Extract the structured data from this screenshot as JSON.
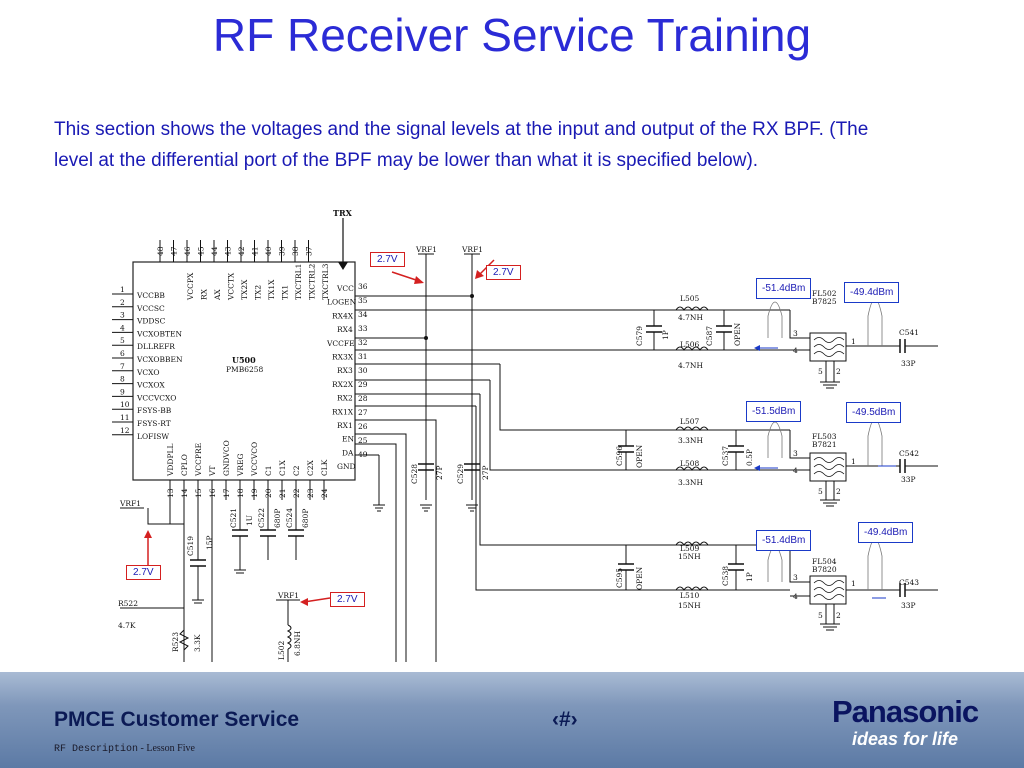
{
  "slide": {
    "title": "RF Receiver Service Training",
    "intro": "This section shows the voltages and the signal levels at the input and output of the RX BPF. (The level at the differential port of the BPF may be lower than what it is specified below)."
  },
  "schematic": {
    "trx_label": "TRX",
    "ic": {
      "ref": "U500",
      "part": "PMB6258",
      "top_pin_numbers": [
        "48",
        "47",
        "46",
        "45",
        "44",
        "43",
        "42",
        "41",
        "40",
        "39",
        "38",
        "37"
      ],
      "top_pin_names": [
        "VCCPX",
        "RX",
        "AX",
        "VCCTX",
        "TX2X",
        "TX2",
        "TX1X",
        "TX1",
        "TXCTRL1",
        "TXCTRL2",
        "TXCTRL3"
      ],
      "left_pin_numbers": [
        "1",
        "2",
        "3",
        "4",
        "5",
        "6",
        "7",
        "8",
        "9",
        "10",
        "11",
        "12"
      ],
      "left_pin_names": [
        "VCCBB",
        "VCCSC",
        "VDDSC",
        "VCXOBTEN",
        "DLLREFR",
        "VCXOBBEN",
        "VCXO",
        "VCXOX",
        "VCCVCXO",
        "FSYS-BB",
        "FSYS-RT",
        "LOFISW"
      ],
      "right_pin_numbers": [
        "36",
        "35",
        "34",
        "33",
        "32",
        "31",
        "30",
        "29",
        "28",
        "27",
        "26",
        "25",
        "49"
      ],
      "right_pin_names": [
        "VCC",
        "LOGEN",
        "RX4X",
        "RX4",
        "VCCFE",
        "RX3X",
        "RX3",
        "RX2X",
        "RX2",
        "RX1X",
        "RX1",
        "EN",
        "DA",
        "GND"
      ],
      "bottom_pin_numbers": [
        "13",
        "14",
        "15",
        "16",
        "17",
        "18",
        "19",
        "20",
        "21",
        "22",
        "23",
        "24"
      ],
      "bottom_pin_names": [
        "VDDPLL",
        "CPLO",
        "VCCPRE",
        "VT",
        "GNDVCO",
        "VREG",
        "VCCVCO",
        "C1",
        "C1X",
        "C2",
        "C2X",
        "CLK"
      ]
    },
    "vrf_labels": [
      "VRF1",
      "VRF1",
      "VRF1",
      "VRF1"
    ],
    "components": {
      "c528": [
        "C528",
        "27P"
      ],
      "c529": [
        "C529",
        "27P"
      ],
      "c579": [
        "C579",
        "1P"
      ],
      "c587": [
        "C587",
        "OPEN"
      ],
      "c596": [
        "C596",
        "OPEN"
      ],
      "c537": [
        "C537",
        "0.5P"
      ],
      "c595": [
        "C595",
        "OPEN"
      ],
      "c538": [
        "C538",
        "1P"
      ],
      "l505": [
        "L505",
        "4.7NH"
      ],
      "l506": [
        "L506",
        "4.7NH"
      ],
      "l507": [
        "L507",
        "3.3NH"
      ],
      "l508": [
        "L508",
        "3.3NH"
      ],
      "l509": [
        "L509",
        "15NH"
      ],
      "l510": [
        "L510",
        "15NH"
      ],
      "fl502": [
        "FL502",
        "B7825"
      ],
      "fl503": [
        "FL503",
        "B7821"
      ],
      "fl504": [
        "FL504",
        "B7820"
      ],
      "c541": [
        "C541",
        "33P"
      ],
      "c542": [
        "C542",
        "33P"
      ],
      "c543": [
        "C543",
        "33P"
      ],
      "c519": [
        "C519",
        "15P"
      ],
      "c521": [
        "C521",
        "1U"
      ],
      "c522": [
        "C522",
        "680P"
      ],
      "c524": [
        "C524",
        "680P"
      ],
      "r523": [
        "R523",
        "3.3K"
      ],
      "r522": [
        "R522",
        "4.7K"
      ],
      "l502": [
        "L502",
        "6.8NH"
      ],
      "filter_pins": [
        "3",
        "4",
        "1",
        "5",
        "2"
      ]
    },
    "voltage_tags": [
      "2.7V",
      "2.7V",
      "2.7V",
      "2.7V"
    ],
    "level_tags": {
      "fl502_in": "-51.4dBm",
      "fl502_out": "-49.4dBm",
      "fl503_in": "-51.5dBm",
      "fl503_out": "-49.5dBm",
      "fl504_in": "-51.4dBm",
      "fl504_out": "-49.4dBm"
    }
  },
  "footer": {
    "title": "PMCE Customer Service",
    "page": "‹#›",
    "sub_left": "RF Description",
    "sub_right": " - Lesson Five",
    "brand": "Panasonic",
    "tagline": "ideas for life"
  },
  "colors": {
    "title": "#2b2bd6",
    "voltage_border": "#d42020",
    "level_border": "#1a3ac8",
    "arrow_red": "#d42020",
    "arrow_blue": "#1a3ac8",
    "footer_bg": "#7f97ba"
  }
}
